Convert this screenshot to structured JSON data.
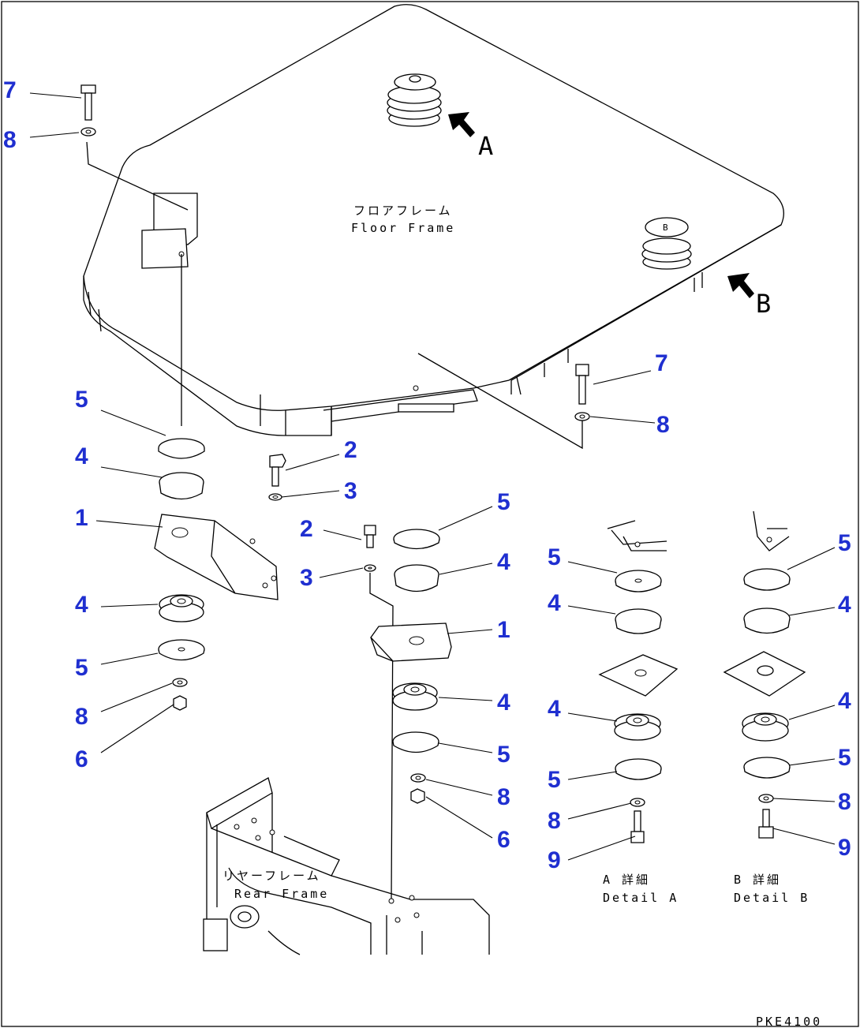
{
  "labels": {
    "floor_frame_jp": "フロアフレーム",
    "floor_frame_en": "Floor Frame",
    "rear_frame_jp": "リヤーフレーム",
    "rear_frame_en": "Rear Frame",
    "detail_a_jp": "A 詳細",
    "detail_a_en": "Detail A",
    "detail_b_jp": "B 詳細",
    "detail_b_en": "Detail B",
    "view_a": "A",
    "view_b": "B",
    "drawing_code": "PKE4100"
  },
  "callouts": {
    "c1": "7",
    "c2": "8",
    "c3": "7",
    "c4": "8",
    "c5": "5",
    "c6": "4",
    "c7": "1",
    "c8": "4",
    "c9": "5",
    "c10": "8",
    "c11": "6",
    "c12": "2",
    "c13": "3",
    "c14": "2",
    "c15": "3",
    "c16": "5",
    "c17": "4",
    "c18": "1",
    "c19": "4",
    "c20": "5",
    "c21": "8",
    "c22": "6",
    "c23": "5",
    "c24": "4",
    "c25": "4",
    "c26": "5",
    "c27": "8",
    "c28": "9",
    "c29": "5",
    "c30": "4",
    "c31": "4",
    "c32": "5",
    "c33": "8",
    "c34": "9"
  },
  "colors": {
    "callout": "#1f2fd0",
    "line": "#000000",
    "background": "#ffffff"
  }
}
